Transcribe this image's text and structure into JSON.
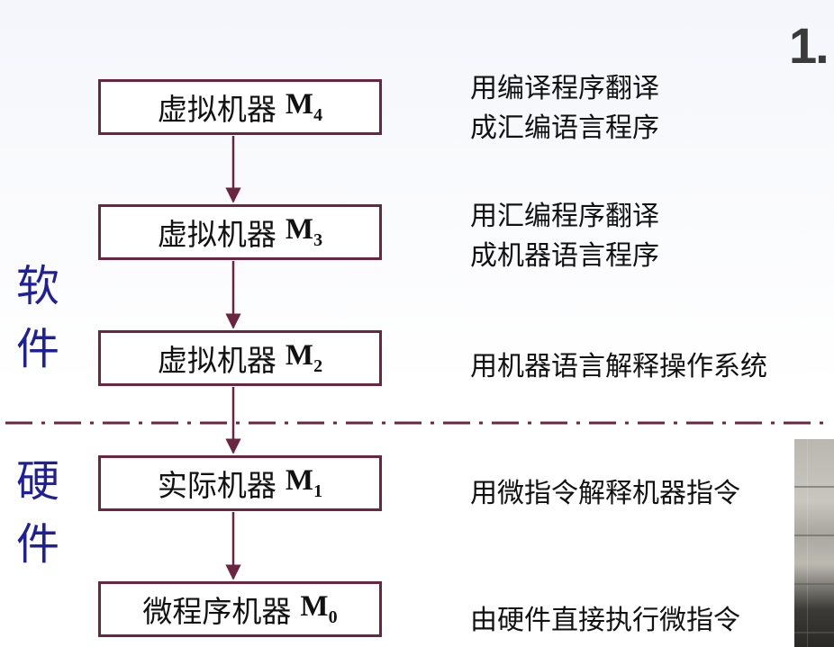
{
  "slide_number": "1.",
  "side_labels": {
    "software": "软件",
    "hardware": "硬件"
  },
  "levels": [
    {
      "name": "虚拟机器",
      "machine": "M",
      "sub": "4",
      "description_lines": [
        "用编译程序翻译",
        "成汇编语言程序"
      ]
    },
    {
      "name": "虚拟机器",
      "machine": "M",
      "sub": "3",
      "description_lines": [
        "用汇编程序翻译",
        "成机器语言程序"
      ]
    },
    {
      "name": "虚拟机器",
      "machine": "M",
      "sub": "2",
      "description_lines": [
        "用机器语言解释操作系统"
      ]
    },
    {
      "name": "实际机器",
      "machine": "M",
      "sub": "1",
      "description_lines": [
        "用微指令解释机器指令"
      ]
    },
    {
      "name": "微程序机器",
      "machine": "M",
      "sub": "0",
      "description_lines": [
        "由硬件直接执行微指令"
      ]
    }
  ],
  "colors": {
    "box_border": "#6b2540",
    "arrow": "#6b2540",
    "side_label": "#1f1f9a",
    "divider": "#6b2540"
  }
}
